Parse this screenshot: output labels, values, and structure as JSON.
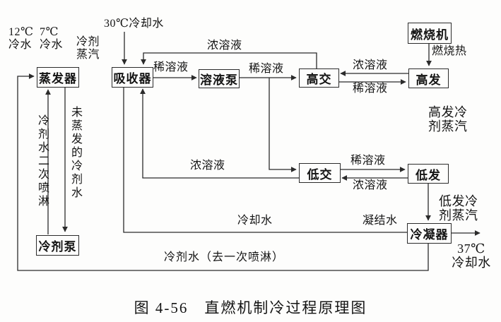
{
  "figure": {
    "caption": "图 4-56　直燃机制冷过程原理图"
  },
  "boxes": {
    "evaporator": "蒸发器",
    "absorber": "吸收器",
    "solution_pump": "溶液泵",
    "high_hx": "高交",
    "high_gen": "高发",
    "burner": "燃烧机",
    "low_hx": "低交",
    "low_gen": "低发",
    "condenser": "冷凝器",
    "refrigerant_pump": "冷剂泵"
  },
  "labels": {
    "chilled_water_in": "12℃\n冷水",
    "chilled_water_out": "7℃\n冷水",
    "refrigerant_vapor": "冷剂\n蒸汽",
    "cooling_water_in": "30℃冷却水",
    "strong_solution_top": "浓溶液",
    "weak_solution_absorber": "稀溶液",
    "weak_solution_pump": "稀溶液",
    "burner_heat": "燃烧热",
    "strong_solution_high": "浓溶液",
    "weak_solution_high": "稀溶液",
    "high_gen_vapor": "高发冷\n剂蒸汽",
    "weak_solution_low": "稀溶液",
    "strong_solution_low": "浓溶液",
    "strong_solution_return": "浓溶液",
    "low_gen_vapor": "低发冷\n剂蒸汽",
    "condensate": "凝结水",
    "cooling_water_mid": "冷却水",
    "cooling_water_out": "37℃\n冷却水",
    "refrigerant_primary_spray": "冷剂水（去一次喷淋）",
    "refrigerant_secondary_spray": "冷剂水二次喷淋",
    "unevaporated_refrigerant": "未蒸发的冷剂水"
  },
  "colors": {
    "line": "#2b2b2b",
    "text": "#141414",
    "background": "#fdfdfc"
  }
}
